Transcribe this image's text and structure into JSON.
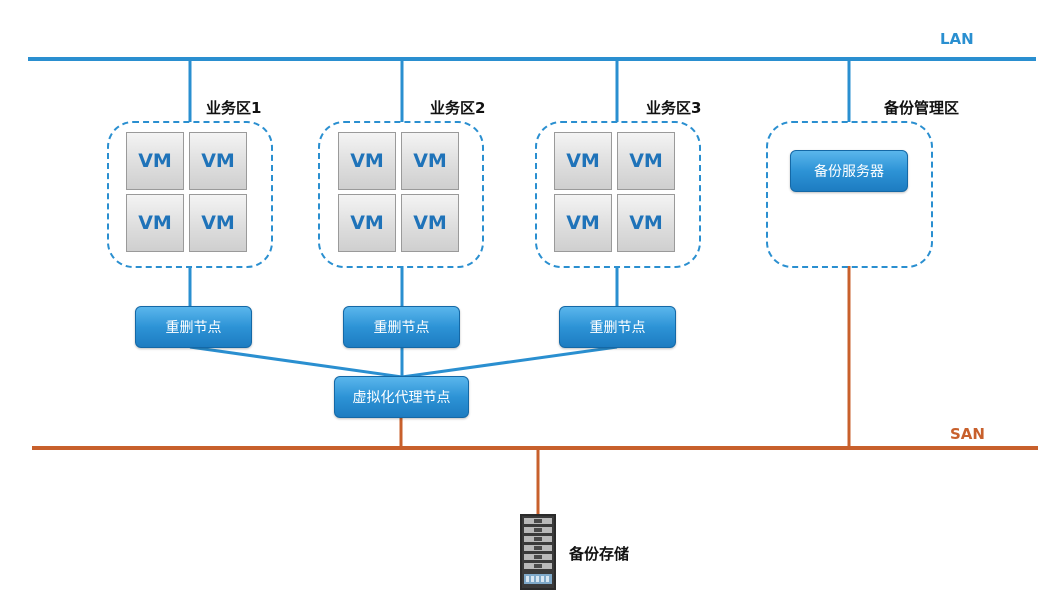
{
  "networks": {
    "lan": "LAN",
    "san": "SAN"
  },
  "zones": [
    {
      "label": "业务区1",
      "vms": [
        "VM",
        "VM",
        "VM",
        "VM"
      ],
      "dedup": "重删节点"
    },
    {
      "label": "业务区2",
      "vms": [
        "VM",
        "VM",
        "VM",
        "VM"
      ],
      "dedup": "重删节点"
    },
    {
      "label": "业务区3",
      "vms": [
        "VM",
        "VM",
        "VM",
        "VM"
      ],
      "dedup": "重删节点"
    }
  ],
  "backup_zone": {
    "label": "备份管理区",
    "server": "备份服务器"
  },
  "proxy_node": "虚拟化代理节点",
  "storage": {
    "label": "备份存储",
    "icon": "server-rack-icon"
  },
  "colors": {
    "lan": "#2a8fd0",
    "san": "#c8602c",
    "vm_text": "#1f73b9",
    "node": "#2d93d6"
  }
}
